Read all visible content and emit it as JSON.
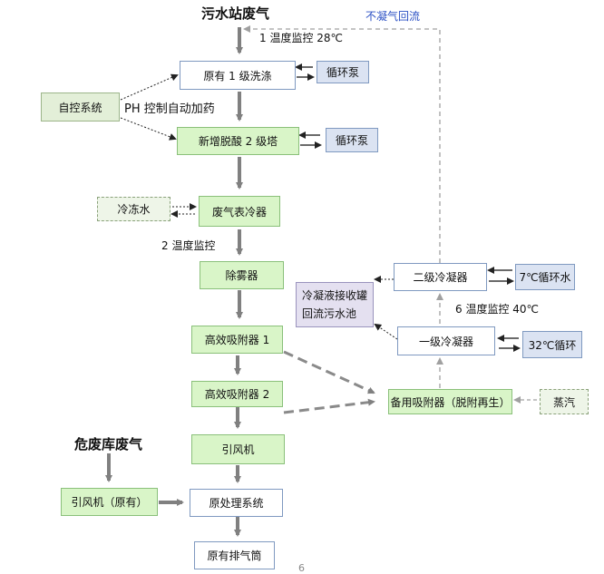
{
  "titles": {
    "wastewater": "污水站废气",
    "hazard": "危废库废气"
  },
  "annotations": {
    "uncondensed_return": "不凝气回流",
    "temp1": "1 温度监控 28℃",
    "ph": "PH 控制自动加药",
    "temp2": "2 温度监控",
    "temp6": "6 温度监控 40℃",
    "page": "6"
  },
  "nodes": {
    "wash": "原有 1 级洗涤",
    "pump1": "循环泵",
    "auto": "自控系统",
    "tower2": "新增脱酸 2 级塔",
    "pump2": "循环泵",
    "chilled": "冷冻水",
    "surface_cooler": "废气表冷器",
    "demister": "除雾器",
    "adsorber1": "高效吸附器 1",
    "adsorber2": "高效吸附器 2",
    "fan": "引风机",
    "fan_old": "引风机（原有）",
    "original_system": "原处理系统",
    "stack": "原有排气筒",
    "condenser2": "二级冷凝器",
    "water7": "7℃循环水",
    "tank_line1": "冷凝液接收罐",
    "tank_line2": "回流污水池",
    "condenser1": "一级冷凝器",
    "water32": "32℃循环",
    "backup": "备用吸附器（脱附再生）",
    "steam": "蒸汽"
  }
}
